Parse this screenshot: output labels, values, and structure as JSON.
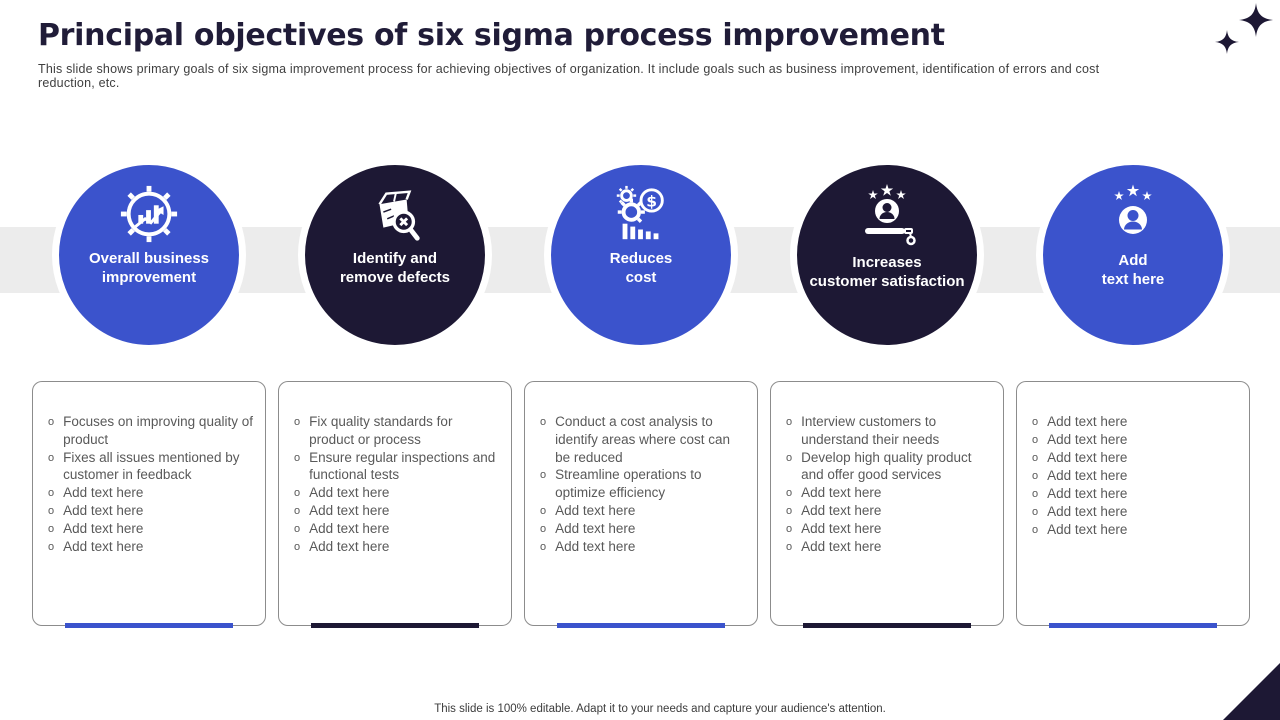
{
  "slide": {
    "title": "Principal objectives of six sigma process improvement",
    "subtitle": "This slide shows primary goals of six sigma improvement process for achieving objectives of organization. It include goals such as business improvement, identification of errors and cost reduction, etc.",
    "footer": "This slide is 100% editable. Adapt it to your needs and capture your audience's attention."
  },
  "colors": {
    "blue": "#3b53cc",
    "navy": "#1d1834",
    "band_gray": "#ececec",
    "bullet_text": "#595959",
    "card_border": "#8c8c8c"
  },
  "columns": [
    {
      "theme": "blue",
      "icon": "gear-growth-chart-icon",
      "label_line1": "Overall business",
      "label_line2": "improvement",
      "bullets": [
        "Focuses on improving quality of product",
        "Fixes all issues mentioned by customer in feedback",
        "Add text here",
        "Add text here",
        "Add text here",
        "Add text here"
      ]
    },
    {
      "theme": "navy",
      "icon": "defect-box-search-icon",
      "label_line1": "Identify and",
      "label_line2": "remove defects",
      "bullets": [
        "Fix quality standards for product or process",
        "Ensure regular inspections and functional tests",
        "Add text here",
        "Add text here",
        "Add text here",
        "Add text here"
      ]
    },
    {
      "theme": "blue",
      "icon": "cost-reduction-icon",
      "label_line1": "Reduces",
      "label_line2": "cost",
      "bullets": [
        "Conduct a cost analysis to identify areas where cost can be reduced",
        "Streamline operations to optimize efficiency",
        "Add text here",
        "Add text here",
        "Add text here"
      ]
    },
    {
      "theme": "navy",
      "icon": "customer-satisfaction-icon",
      "label_line1": "Increases",
      "label_line2": "customer satisfaction",
      "bullets": [
        "Interview customers to understand their needs",
        "Develop high quality product and offer good services",
        "Add text here",
        "Add text here",
        "Add text here",
        "Add text here"
      ]
    },
    {
      "theme": "blue",
      "icon": "customer-rating-icon",
      "label_line1": "Add",
      "label_line2": "text here",
      "bullets": [
        "Add text here",
        "Add text here",
        "Add text here",
        "Add text here",
        "Add text here",
        "Add text here",
        "Add text here"
      ]
    }
  ]
}
